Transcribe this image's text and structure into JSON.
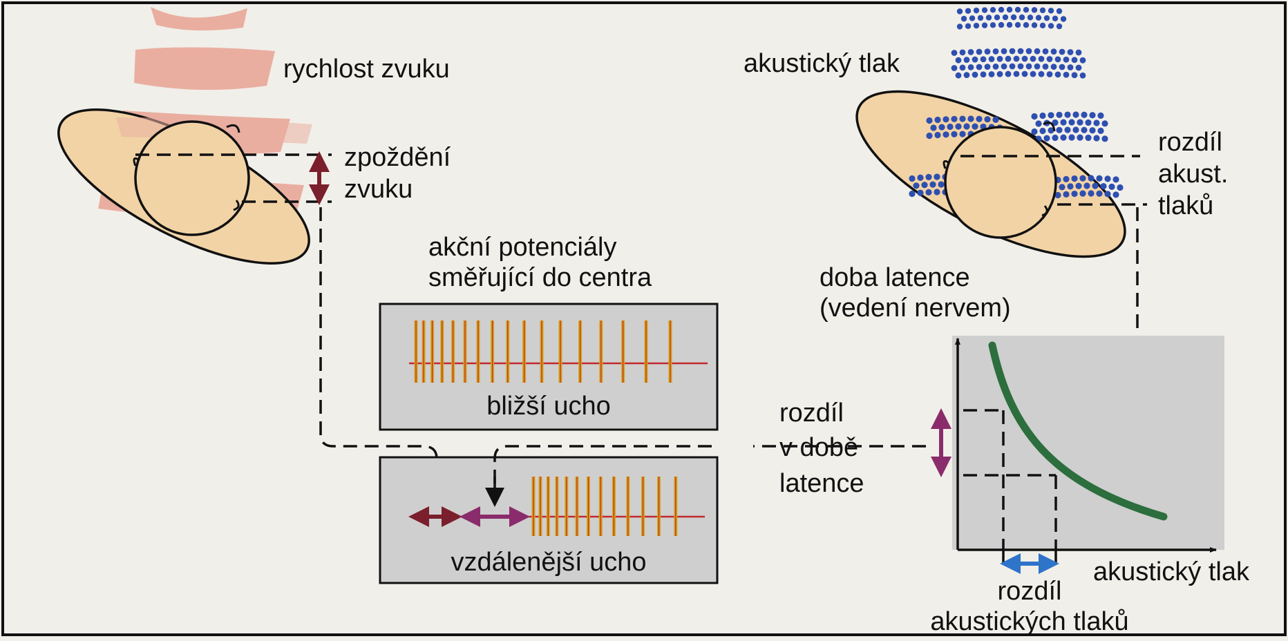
{
  "colors": {
    "background": "#f1efe9",
    "head_fill": "#f2d3a6",
    "sound_wave": "#e9aea0",
    "pressure_dots": "#2e4fb0",
    "spike": "#d4a21a",
    "spike_line": "#c2292a",
    "graph_bg": "#cfcfcf",
    "curve": "#2c6e3d",
    "arrow_delay": "#7a1f2b",
    "arrow_latency": "#8a2c6b",
    "arrow_pressure": "#2e74c9"
  },
  "icons": {
    "head_left": "head-top-view-icon",
    "head_right": "head-top-view-icon"
  },
  "left": {
    "speed_label": "rychlost zvuku",
    "delay_label_1": "zpoždění",
    "delay_label_2": "zvuku"
  },
  "right": {
    "pressure_label": "akustický tlak",
    "diff_label_1": "rozdíl",
    "diff_label_2": "akust.",
    "diff_label_3": "tlaků"
  },
  "center": {
    "potentials_1": "akční potenciály",
    "potentials_2": "směřující do centra",
    "near_ear": "bližší ucho",
    "far_ear": "vzdálenější ucho"
  },
  "graph": {
    "title_1": "doba latence",
    "title_2": "(vedení nervem)",
    "x_label": "akustický tlak",
    "latency_diff_1": "rozdíl",
    "latency_diff_2": "v době",
    "latency_diff_3": "latence",
    "pressure_diff_1": "rozdíl",
    "pressure_diff_2": "akustických tlaků"
  }
}
